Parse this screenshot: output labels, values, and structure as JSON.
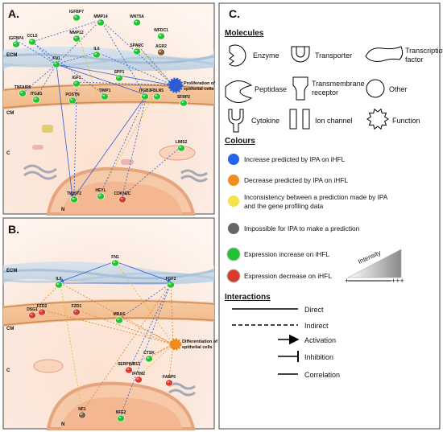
{
  "panelA": {
    "label": "A.",
    "regions": {
      "ecm": "ECM",
      "cm": "CM",
      "c": "C",
      "n": "N"
    },
    "genes": [
      "IGFBP7",
      "MMP14",
      "WNT5A",
      "CCL5",
      "MMP12",
      "WFDC1",
      "IGFBP4",
      "AGR2",
      "FN1",
      "IL6",
      "SPARC",
      "SPP1",
      "TNFAIP6",
      "IGF1",
      "ITGA1",
      "POSTN",
      "TIMP1",
      "ITGB3",
      "FBLN5",
      "SFRP2",
      "LIMS2",
      "TWIST2",
      "HEYL",
      "CDKN2C"
    ],
    "function_label": [
      "Proliferation of",
      "epithelial cells"
    ]
  },
  "panelB": {
    "label": "B.",
    "regions": {
      "ecm": "ECM",
      "cm": "CM",
      "c": "C",
      "n": "N"
    },
    "genes": [
      "FN1",
      "IL6",
      "FGF2",
      "DSG1",
      "FZD2",
      "FZD1",
      "MRAS",
      "CTSK",
      "SERPINB13",
      "IFITM2",
      "FABP5",
      "NF1",
      "NFE2"
    ],
    "function_label": [
      "Differentiation of",
      "epithelial cells"
    ]
  },
  "legend": {
    "label": "C.",
    "molecules_title": "Molecules",
    "molecules": [
      "Enzyme",
      "Transporter",
      "Transcription factor",
      "Peptidase",
      "Transmembrane receptor",
      "Other",
      "Cytokine",
      "Ion channel",
      "Function"
    ],
    "colours_title": "Colours",
    "colours": [
      {
        "text": "Increase predicted by IPA on iHFL",
        "color": "#2563eb"
      },
      {
        "text": "Decrease predicted by IPA on iHFL",
        "color": "#f28c1e"
      },
      {
        "text": "Inconsistency between a prediction made by IPA and the gene profiling data",
        "color": "#f5e14a"
      },
      {
        "text": "Impossible for IPA to make a prediction",
        "color": "#666666"
      },
      {
        "text": "Expression increase on iHFL",
        "color": "#22c232"
      },
      {
        "text": "Expression decrease on iHFL",
        "color": "#d83a2e"
      }
    ],
    "intensity_label": "Intensity",
    "intensity_low": "+",
    "intensity_high": "+++",
    "interactions_title": "Interactions",
    "interactions": [
      "Direct",
      "Indirect",
      "Activation",
      "Inhibition",
      "Correlation"
    ]
  }
}
